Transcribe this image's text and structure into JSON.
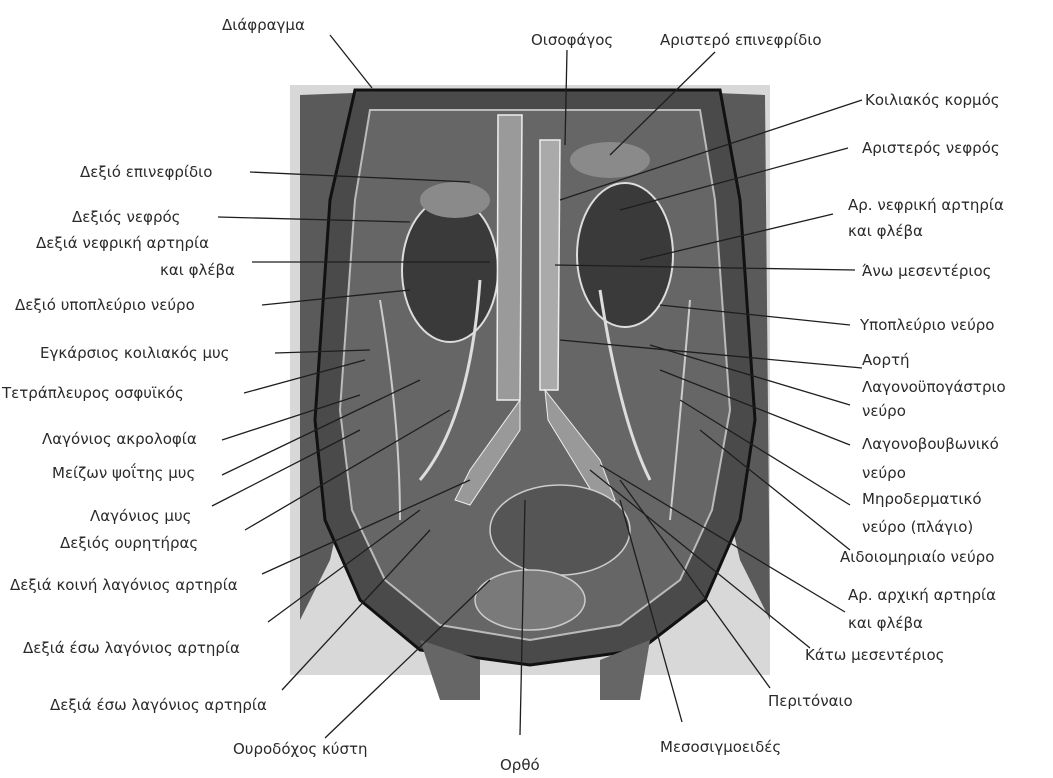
{
  "labels": {
    "diaphragm": "Διάφραγμα",
    "esophagus": "Οισοφάγος",
    "left_adrenal": "Αριστερό επινεφρίδιο",
    "celiac_trunk": "Κοιλιακός κορμός",
    "left_kidney": "Αριστερός νεφρός",
    "left_renal_1": "Αρ. νεφρική αρτηρία",
    "left_renal_2": "και φλέβα",
    "superior_mesenteric": "Άνω μεσεντέριος",
    "subcostal_nerve": "Υποπλεύριο νεύρο",
    "aorta": "Αορτή",
    "iliohypogastric_1": "Λαγονοϋπογάστριο",
    "iliohypogastric_2": "νεύρο",
    "ilioinguinal_1": "Λαγονοβουβωνικό",
    "ilioinguinal_2": "νεύρο",
    "lat_femoral_1": "Μηροδερματικό",
    "lat_femoral_2": "νεύρο (πλάγιο)",
    "genitofemoral": "Αιδοιομηριαίο νεύρο",
    "left_common_iliac_1": "Αρ. αρχική αρτηρία",
    "left_common_iliac_2": "και φλέβα",
    "inferior_mesenteric": "Κάτω μεσεντέριος",
    "peritoneum": "Περιτόναιο",
    "sigmoid_mesocolon": "Μεσοσιγμοειδές",
    "rectum": "Ορθό",
    "bladder": "Ουροδόχος κύστη",
    "right_internal_iliac": "Δεξιά έσω λαγόνιος αρτηρία",
    "right_external_iliac": "Δεξιά έσω λαγόνιος αρτηρία",
    "right_common_iliac": "Δεξιά κοινή λαγόνιος αρτηρία",
    "right_ureter": "Δεξιός ουρητήρας",
    "iliacus": "Λαγόνιος μυς",
    "psoas_major": "Μείζων ψοΐτης μυς",
    "iliac_crest": "Λαγόνιος ακρολοφία",
    "quadratus_lumborum": "Τετράπλευρος οσφυϊκός",
    "transversus_abdominis": "Εγκάρσιος κοιλιακός μυς",
    "right_subcostal": "Δεξιό υποπλεύριο νεύρο",
    "right_renal_1": "Δεξιά νεφρική αρτηρία",
    "right_renal_2": "και φλέβα",
    "right_kidney": "Δεξιός νεφρός",
    "right_adrenal": "Δεξιό επινεφρίδιο"
  }
}
